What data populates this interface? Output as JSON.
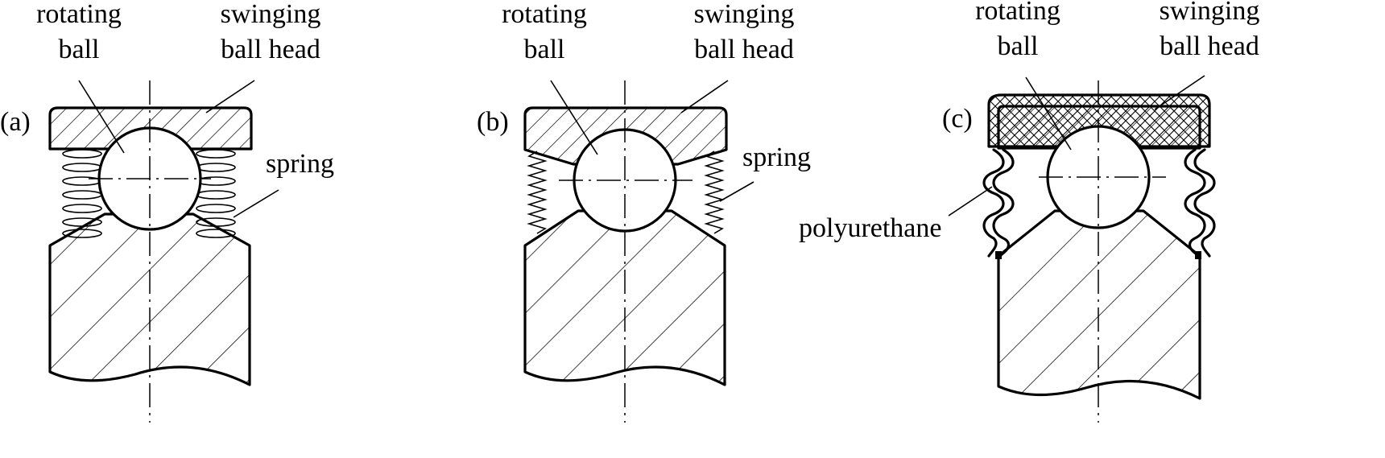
{
  "panels": [
    {
      "id": "a",
      "tag": "(a)",
      "rotating_l1": "rotating",
      "rotating_l2": "ball",
      "swing_l1": "swinging",
      "swing_l2": "ball head",
      "extra": "spring"
    },
    {
      "id": "b",
      "tag": "(b)",
      "rotating_l1": "rotating",
      "rotating_l2": "ball",
      "swing_l1": "swinging",
      "swing_l2": "ball head",
      "extra": "spring"
    },
    {
      "id": "c",
      "tag": "(c)",
      "rotating_l1": "rotating",
      "rotating_l2": "ball",
      "swing_l1": "swinging",
      "swing_l2": "ball head",
      "extra": "polyurethane"
    }
  ]
}
